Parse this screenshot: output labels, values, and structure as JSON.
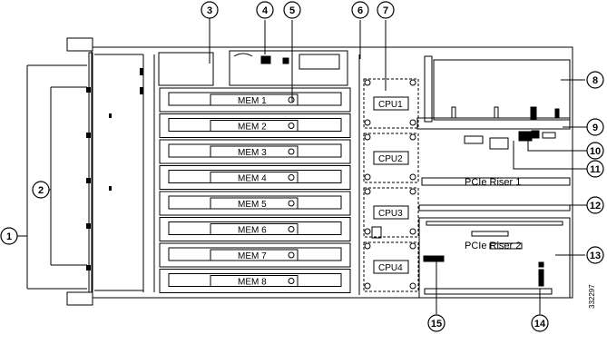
{
  "diagram": {
    "memory_modules": [
      "MEM 1",
      "MEM 2",
      "MEM 3",
      "MEM 4",
      "MEM 5",
      "MEM 6",
      "MEM 7",
      "MEM 8"
    ],
    "cpus": [
      "CPU1",
      "CPU2",
      "CPU3",
      "CPU4"
    ],
    "riser_1_label": "PCIe Riser 1",
    "riser_2_label": "PCIe Riser 2",
    "callouts": [
      "1",
      "2",
      "3",
      "4",
      "5",
      "6",
      "7",
      "8",
      "9",
      "10",
      "11",
      "12",
      "13",
      "14",
      "15"
    ],
    "figure_id": "332297",
    "colors": {
      "line": "#000000",
      "background": "#ffffff",
      "fill_gray": "#d9d9d9"
    }
  }
}
